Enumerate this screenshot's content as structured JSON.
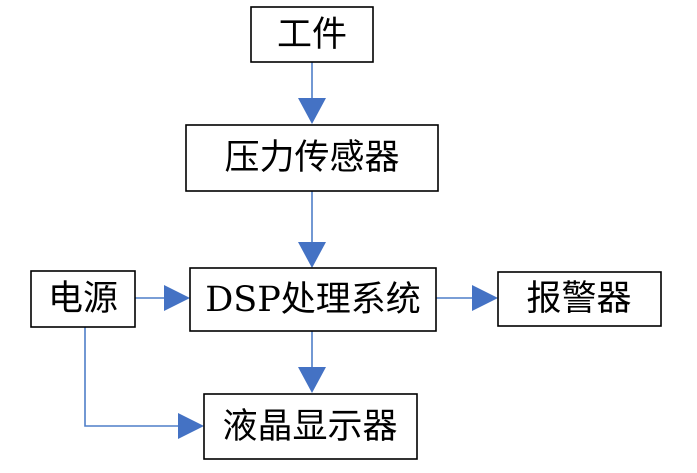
{
  "diagram": {
    "nodes": [
      {
        "id": "workpiece",
        "label": "工件"
      },
      {
        "id": "pressure_sensor",
        "label": "压力传感器"
      },
      {
        "id": "power_supply",
        "label": "电源"
      },
      {
        "id": "dsp_system",
        "label": "DSP处理系统"
      },
      {
        "id": "alarm",
        "label": "报警器"
      },
      {
        "id": "lcd_display",
        "label": "液晶显示器"
      }
    ],
    "edges": [
      {
        "from": "workpiece",
        "to": "pressure_sensor"
      },
      {
        "from": "pressure_sensor",
        "to": "dsp_system"
      },
      {
        "from": "power_supply",
        "to": "dsp_system"
      },
      {
        "from": "dsp_system",
        "to": "alarm"
      },
      {
        "from": "dsp_system",
        "to": "lcd_display"
      },
      {
        "from": "power_supply",
        "to": "lcd_display"
      }
    ],
    "colors": {
      "edge": "#4f7fc8",
      "arrowhead": "#4472c4",
      "box_border": "#000000"
    }
  }
}
